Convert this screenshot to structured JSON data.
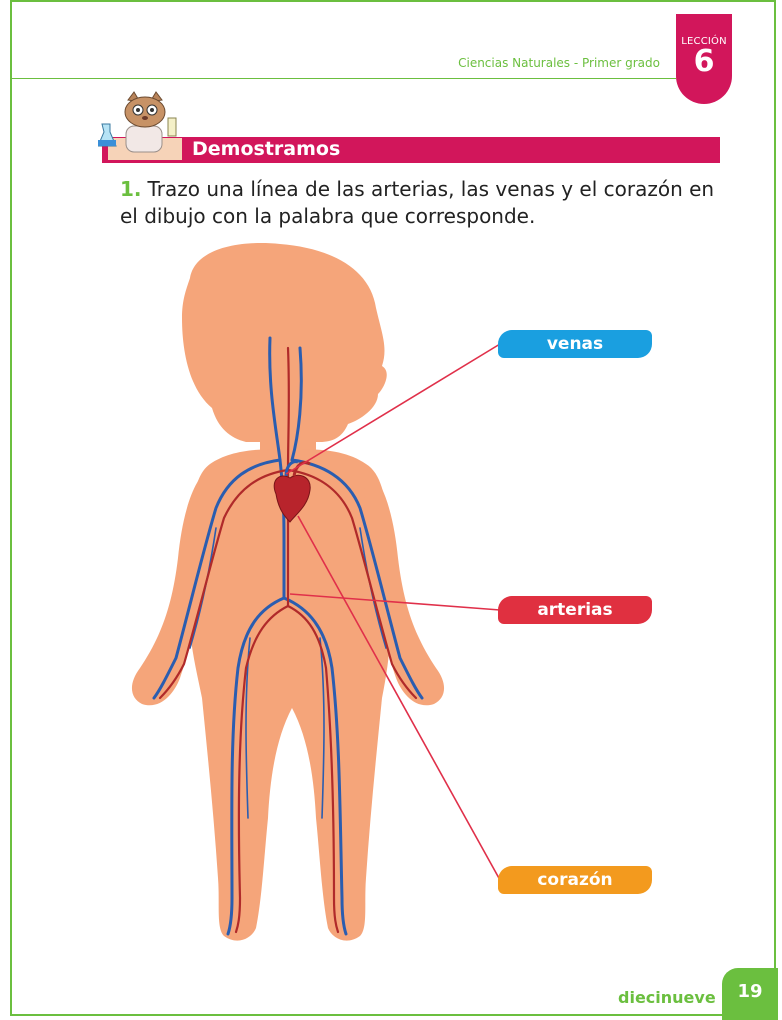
{
  "header": {
    "title": "Ciencias Naturales - Primer grado",
    "lesson_label": "LECCIÓN",
    "lesson_number": "6"
  },
  "banner": {
    "title": "Demostramos"
  },
  "question": {
    "number": "1.",
    "text": "Trazo una línea de las arterias, las venas y el corazón en el dibujo con la palabra que corresponde."
  },
  "labels": {
    "venas": "venas",
    "arterias": "arterias",
    "corazon": "corazón"
  },
  "footer": {
    "page_word": "diecinueve",
    "page_number": "19"
  },
  "colors": {
    "accent_green": "#6bbf3f",
    "accent_magenta": "#d2165b",
    "skin": "#f5a57a",
    "veins": "#2a5db0",
    "arteries": "#b02a2a",
    "connector_line": "#e0304a"
  }
}
